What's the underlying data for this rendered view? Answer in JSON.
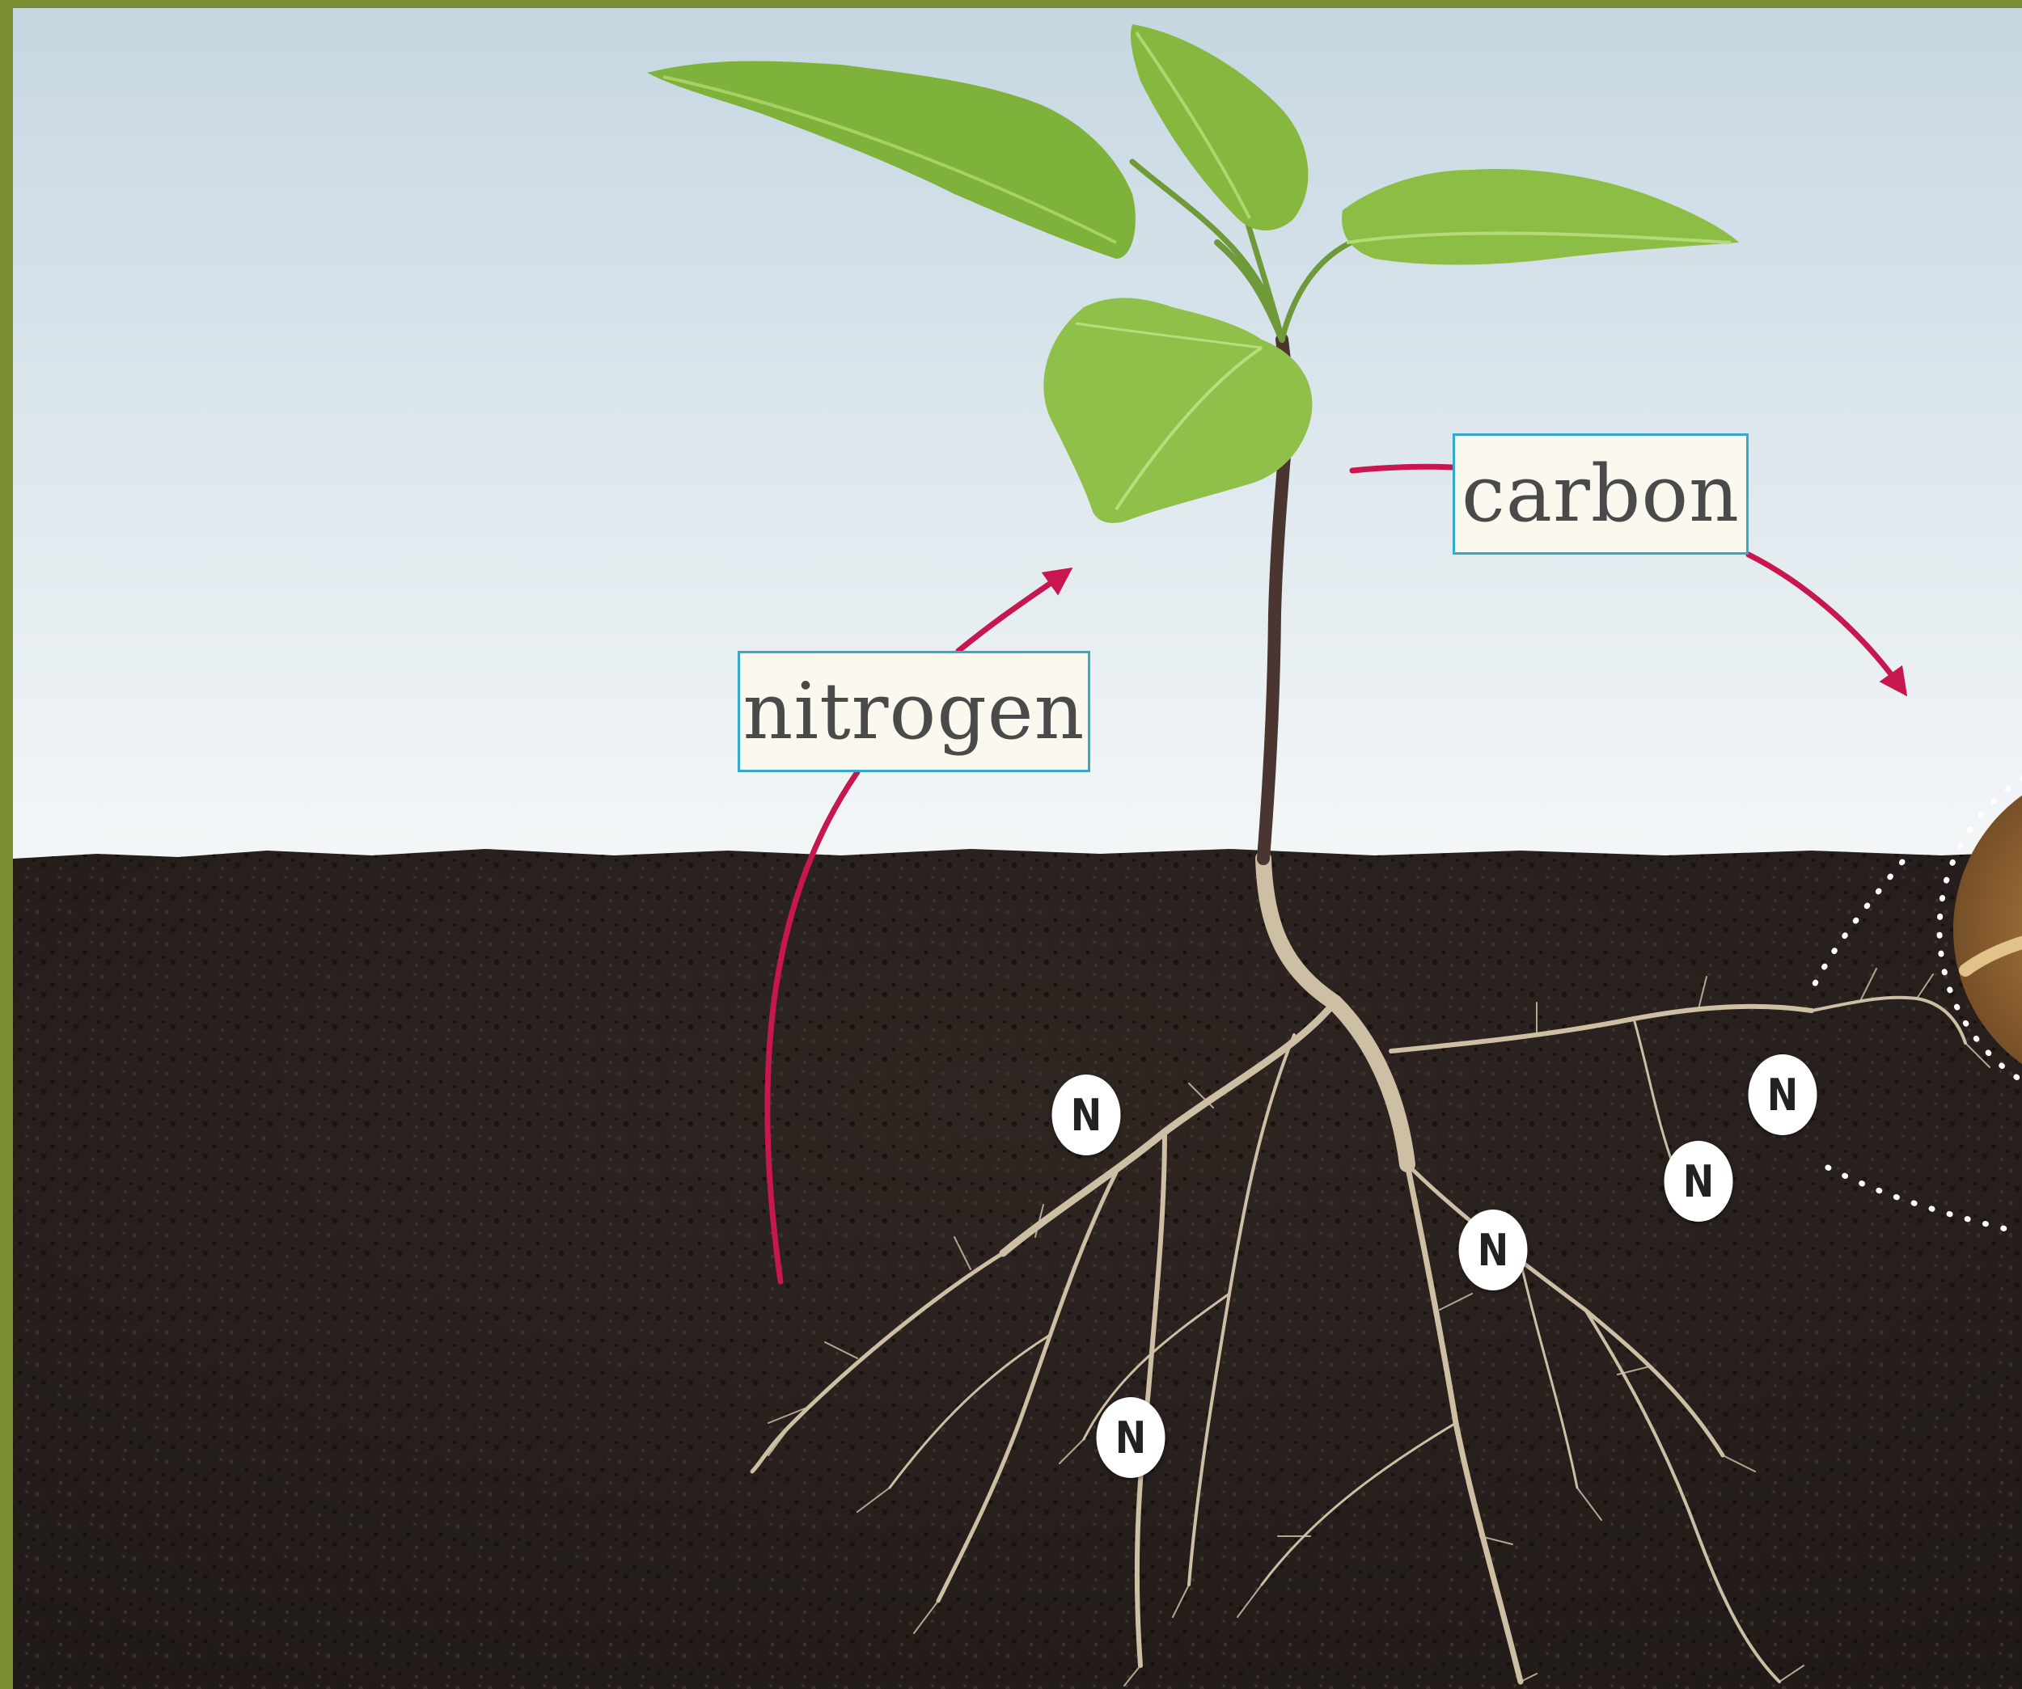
{
  "diagram": {
    "labels": {
      "nitrogen": "nitrogen",
      "carbon": "carbon"
    },
    "nutrient_markers": [
      "N",
      "N",
      "N",
      "N",
      "N",
      "N"
    ],
    "colors": {
      "frame": "#7a8f34",
      "arrow": "#c8174f",
      "label_border": "#35a9c9",
      "label_fill": "#fbf8ef",
      "soil": "#2b221f",
      "sky_top": "#c7d8e3",
      "sky_bottom": "#f3f6f8",
      "leaf": "#7fb23a",
      "root": "#cbbfa6",
      "fungus": "#b07a3c"
    }
  }
}
